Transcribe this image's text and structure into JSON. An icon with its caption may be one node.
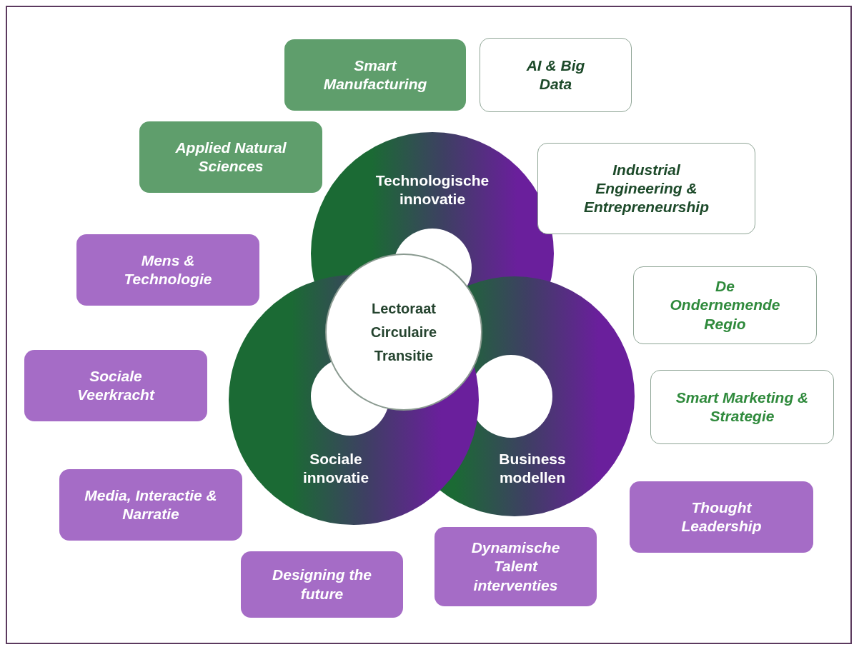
{
  "diagram": {
    "nodes": [
      {
        "text": [
          "Smart Manufacturing"
        ]
      },
      {
        "text": [
          "AI & Big Data"
        ]
      },
      {
        "text": [
          "Applied Natural Sciences"
        ]
      },
      {
        "text": [
          "Technologische innovatie"
        ]
      },
      {
        "text": [
          "Industrial Engineering & Entrepreneurship"
        ]
      },
      {
        "text": [
          "Mens & Technologie"
        ]
      },
      {
        "text": [
          "De Ondernemende Regio"
        ]
      },
      {
        "text": [
          "Lectoraat Circulaire Transitie"
        ]
      },
      {
        "text": [
          "Sociale Veerkracht"
        ]
      },
      {
        "text": [
          "Smart Marketing & Strategie"
        ]
      },
      {
        "text": [
          "Sociale innovatie"
        ]
      },
      {
        "text": [
          "Business modellen"
        ]
      },
      {
        "text": [
          "Media, Interactie & Narratie"
        ]
      },
      {
        "text": [
          "Thought Leadership"
        ]
      },
      {
        "text": [
          "Dynamische Talent interventies"
        ]
      },
      {
        "text": [
          "Designing the future"
        ]
      }
    ]
  }
}
